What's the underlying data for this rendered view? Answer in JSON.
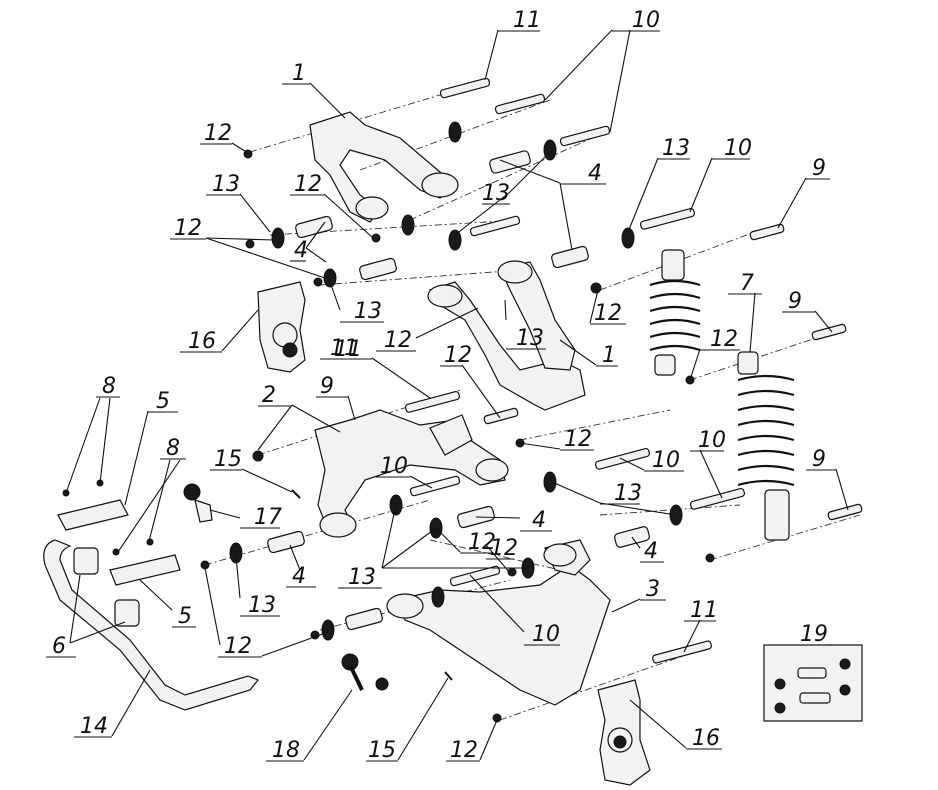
{
  "callouts": [
    {
      "label": "11"
    },
    {
      "label": "10"
    },
    {
      "label": "1"
    },
    {
      "label": "12"
    },
    {
      "label": "13"
    },
    {
      "label": "12"
    },
    {
      "label": "13"
    },
    {
      "label": "4"
    },
    {
      "label": "13"
    },
    {
      "label": "10"
    },
    {
      "label": "12"
    },
    {
      "label": "4"
    },
    {
      "label": "13"
    },
    {
      "label": "9"
    },
    {
      "label": "16"
    },
    {
      "label": "12"
    },
    {
      "label": "13"
    },
    {
      "label": "12"
    },
    {
      "label": "7"
    },
    {
      "label": "1"
    },
    {
      "label": "11"
    },
    {
      "label": "9"
    },
    {
      "label": "8"
    },
    {
      "label": "5"
    },
    {
      "label": "12"
    },
    {
      "label": "2"
    },
    {
      "label": "9"
    },
    {
      "label": "12"
    },
    {
      "label": "11"
    },
    {
      "label": "8"
    },
    {
      "label": "15"
    },
    {
      "label": "10"
    },
    {
      "label": "12"
    },
    {
      "label": "10"
    },
    {
      "label": "10"
    },
    {
      "label": "13"
    },
    {
      "label": "17"
    },
    {
      "label": "4"
    },
    {
      "label": "9"
    },
    {
      "label": "4"
    },
    {
      "label": "12"
    },
    {
      "label": "13"
    },
    {
      "label": "4"
    },
    {
      "label": "6"
    },
    {
      "label": "5"
    },
    {
      "label": "13"
    },
    {
      "label": "3"
    },
    {
      "label": "12"
    },
    {
      "label": "12"
    },
    {
      "label": "10"
    },
    {
      "label": "11"
    },
    {
      "label": "19"
    },
    {
      "label": "14"
    },
    {
      "label": "18"
    },
    {
      "label": "15"
    },
    {
      "label": "12"
    },
    {
      "label": "16"
    }
  ]
}
